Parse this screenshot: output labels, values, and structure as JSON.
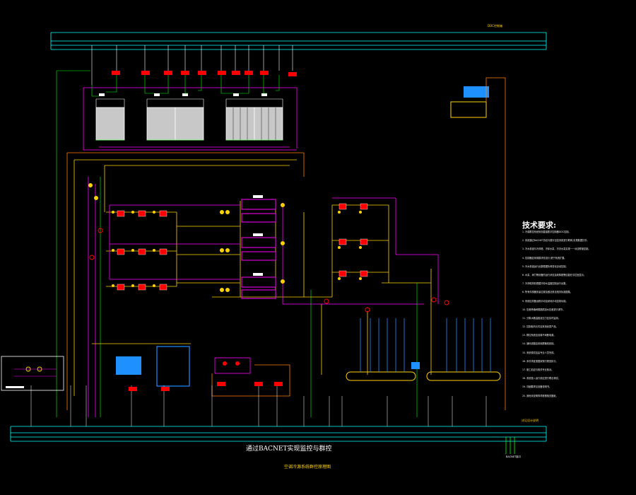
{
  "drawing": {
    "system_title": "通过BACNET实现监控与群控",
    "system_subtitle": "空调冷源系统群控原理图",
    "corner_label": "DDC控制箱",
    "bottom_note": "详见设计说明",
    "legend_label": "BACNET接口"
  },
  "technical_requirements": {
    "title": "技术要求:",
    "items": [
      "1. 冷源群控系统采用直接数字控制器DDC控制。",
      "2. 系统通过BACNET协议与楼宇自控系统进行联网,实现数据共享。",
      "3. 冷水机组与冷却塔、冷却水泵、冷冻水泵实现一一对应联锁控制。",
      "4. 控制器应采用模块化设计,便于系统扩展。",
      "5. 冷水机组运行台数根据负荷变化自动控制。",
      "6. 水泵、阀门等设备的运行状态及故障报警应能在中控室显示。",
      "7. 冷却塔风机根据冷却水温度控制运行台数。",
      "8. 所有传感器安装位置及做法参见相关标准图集。",
      "9. 系统应具备远程手动及就地手动控制功能。",
      "10. 压差旁通阀根据供回水压差进行调节。",
      "11. 分集水器温度及压力应实时监测。",
      "12. 控制柜内元件应采用优质产品。",
      "13. 群控系统应设置不间断电源。",
      "14. 通讯线路应采用屏蔽双绞线。",
      "15. 系统调试应由专业人员完成。",
      "16. 未尽事宜按国家现行规范执行。",
      "17. 施工前应与相关专业核对。",
      "18. 系统投入运行前应进行联合调试。",
      "19. 详细要求见设备说明书。",
      "20. 其他未说明事项参照相关图纸。"
    ]
  },
  "colors": {
    "background": "#000000",
    "bus_line": "#00ffff",
    "bus_white": "#ffffff",
    "water_supply": "#ffd200",
    "water_return": "#ff00ff",
    "cooling_water": "#ff7f00",
    "signal_green": "#00ff00",
    "equipment_red": "#ff0000",
    "sensor_blue": "#1e90ff",
    "tower_grey": "#c8c8c8"
  },
  "icons": {
    "cooling_tower": "cooling-tower-icon",
    "chiller": "chiller-icon",
    "pump": "pump-icon",
    "valve": "valve-icon",
    "header": "header-icon",
    "sensor": "sensor-icon",
    "controller": "ddc-controller-icon"
  }
}
